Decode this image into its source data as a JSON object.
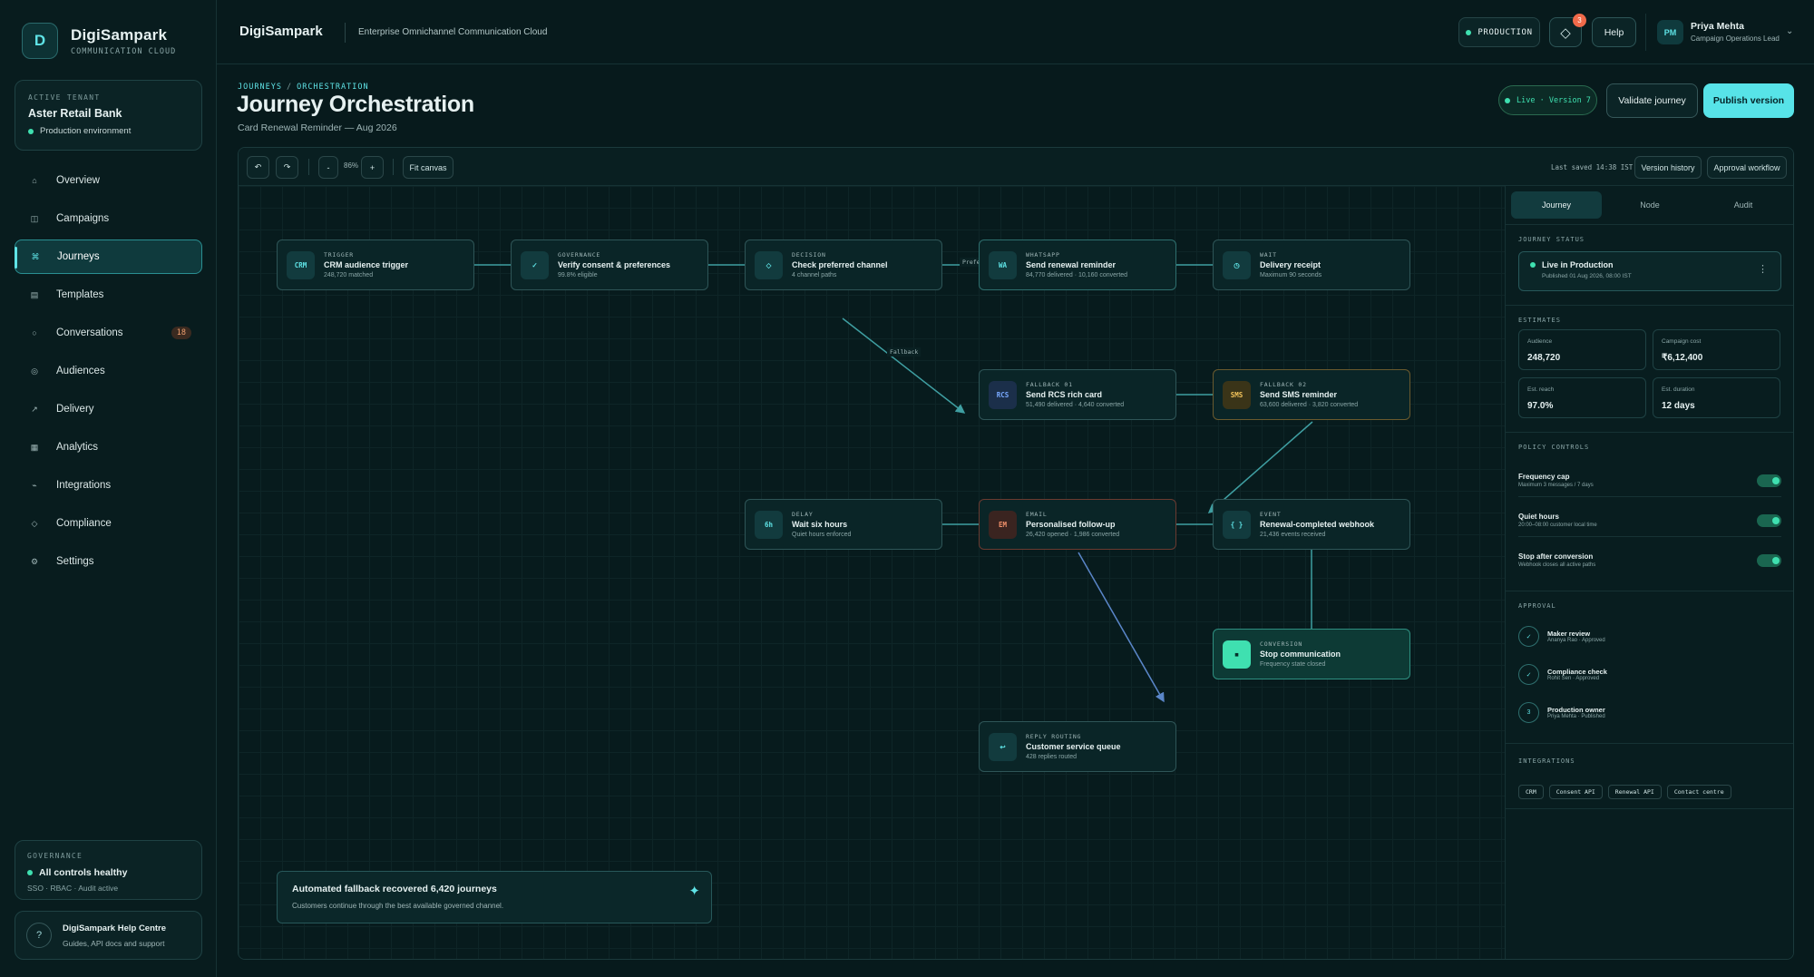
{
  "brand": {
    "logo": "D",
    "name": "DigiSampark",
    "subtitle": "COMMUNICATION CLOUD"
  },
  "tenant": {
    "label": "ACTIVE TENANT",
    "name": "Aster Retail Bank",
    "environment": "Production environment"
  },
  "nav": [
    {
      "label": "Overview",
      "icon": "home-icon",
      "glyph": "⌂"
    },
    {
      "label": "Campaigns",
      "icon": "campaign-icon",
      "glyph": "◫"
    },
    {
      "label": "Journeys",
      "icon": "journey-icon",
      "glyph": "⌘",
      "active": true
    },
    {
      "label": "Templates",
      "icon": "template-icon",
      "glyph": "▤"
    },
    {
      "label": "Conversations",
      "icon": "chat-icon",
      "glyph": "○",
      "badge": "18"
    },
    {
      "label": "Audiences",
      "icon": "audience-icon",
      "glyph": "◎"
    },
    {
      "label": "Delivery",
      "icon": "send-icon",
      "glyph": "↗"
    },
    {
      "label": "Analytics",
      "icon": "analytics-icon",
      "glyph": "▦"
    },
    {
      "label": "Integrations",
      "icon": "plug-icon",
      "glyph": "⌁"
    },
    {
      "label": "Compliance",
      "icon": "shield-icon",
      "glyph": "◇"
    },
    {
      "label": "Settings",
      "icon": "gear-icon",
      "glyph": "⚙"
    }
  ],
  "governance": {
    "label": "GOVERNANCE",
    "status": "All controls healthy",
    "detail": "SSO · RBAC · Audit active"
  },
  "help_centre": {
    "icon": "?",
    "title": "DigiSampark Help Centre",
    "subtitle": "Guides, API docs and support"
  },
  "topbar": {
    "brand": "DigiSampark",
    "tagline": "Enterprise Omnichannel Communication Cloud",
    "env": "PRODUCTION",
    "notifications": "3",
    "help": "Help",
    "user": {
      "initials": "PM",
      "name": "Priya Mehta",
      "role": "Campaign Operations Lead"
    }
  },
  "page": {
    "breadcrumb": [
      "JOURNEYS",
      "ORCHESTRATION"
    ],
    "title": "Journey Orchestration",
    "subtitle": "Card Renewal Reminder — Aug 2026",
    "live_badge": "Live · Version 7",
    "validate": "Validate journey",
    "publish": "Publish version"
  },
  "toolbar": {
    "undo": "↶",
    "redo": "↷",
    "zoom_out": "-",
    "zoom": "86%",
    "zoom_in": "+",
    "fit": "Fit canvas",
    "saved": "Last saved 14:38 IST",
    "version_history": "Version history",
    "approval_workflow": "Approval workflow"
  },
  "nodes": {
    "trigger": {
      "kind": "TRIGGER",
      "icon": "CRM",
      "title": "CRM audience trigger",
      "sub": "248,720 matched"
    },
    "consent": {
      "kind": "GOVERNANCE",
      "icon": "✓",
      "title": "Verify consent & preferences",
      "sub": "99.8% eligible"
    },
    "decision": {
      "kind": "DECISION",
      "icon": "◇",
      "title": "Check preferred channel",
      "sub": "4 channel paths"
    },
    "whatsapp": {
      "kind": "WHATSAPP",
      "icon": "WA",
      "title": "Send renewal reminder",
      "sub": "84,770 delivered · 10,160 converted"
    },
    "wait": {
      "kind": "WAIT",
      "icon": "◷",
      "title": "Delivery receipt",
      "sub": "Maximum 90 seconds"
    },
    "rcs": {
      "kind": "FALLBACK 01",
      "icon": "RCS",
      "title": "Send RCS rich card",
      "sub": "51,490 delivered · 4,640 converted"
    },
    "sms": {
      "kind": "FALLBACK 02",
      "icon": "SMS",
      "title": "Send SMS reminder",
      "sub": "63,600 delivered · 3,820 converted"
    },
    "delay": {
      "kind": "DELAY",
      "icon": "6h",
      "title": "Wait six hours",
      "sub": "Quiet hours enforced"
    },
    "email": {
      "kind": "EMAIL",
      "icon": "EM",
      "title": "Personalised follow-up",
      "sub": "26,420 opened · 1,986 converted"
    },
    "event": {
      "kind": "EVENT",
      "icon": "{ }",
      "title": "Renewal-completed webhook",
      "sub": "21,436 events received"
    },
    "conversion": {
      "kind": "CONVERSION",
      "icon": "■",
      "title": "Stop communication",
      "sub": "Frequency state closed"
    },
    "reply": {
      "kind": "REPLY ROUTING",
      "icon": "↩",
      "title": "Customer service queue",
      "sub": "428 replies routed"
    }
  },
  "edge_labels": {
    "preferred": "Preferred",
    "fallback": "Fallback"
  },
  "banner": {
    "title": "Automated fallback recovered 6,420 journeys",
    "text": "Customers continue through the best available governed channel.",
    "icon": "✦"
  },
  "panel": {
    "tabs": [
      "Journey",
      "Node",
      "Audit"
    ],
    "status_label": "JOURNEY STATUS",
    "status": {
      "title": "Live in Production",
      "detail": "Published 01 Aug 2026, 08:00 IST"
    },
    "estimates_label": "ESTIMATES",
    "estimates": [
      {
        "label": "Audience",
        "value": "248,720"
      },
      {
        "label": "Campaign cost",
        "value": "₹6,12,400"
      },
      {
        "label": "Est. reach",
        "value": "97.0%"
      },
      {
        "label": "Est. duration",
        "value": "12 days"
      }
    ],
    "policy_label": "POLICY CONTROLS",
    "policies": [
      {
        "title": "Frequency cap",
        "detail": "Maximum 3 messages / 7 days"
      },
      {
        "title": "Quiet hours",
        "detail": "20:00–08:00 customer local time"
      },
      {
        "title": "Stop after conversion",
        "detail": "Webhook closes all active paths"
      }
    ],
    "approval_label": "APPROVAL",
    "approvals": [
      {
        "mark": "✓",
        "title": "Maker review",
        "detail": "Ananya Rao · Approved"
      },
      {
        "mark": "✓",
        "title": "Compliance check",
        "detail": "Rohit Sen · Approved"
      },
      {
        "mark": "3",
        "title": "Production owner",
        "detail": "Priya Mehta · Published"
      }
    ],
    "integrations_label": "INTEGRATIONS",
    "integrations": [
      "CRM",
      "Consent API",
      "Renewal API",
      "Contact centre"
    ]
  },
  "colors": {
    "accent": "#57e3e8",
    "success": "#3fe0b0",
    "background": "#071a1c"
  }
}
